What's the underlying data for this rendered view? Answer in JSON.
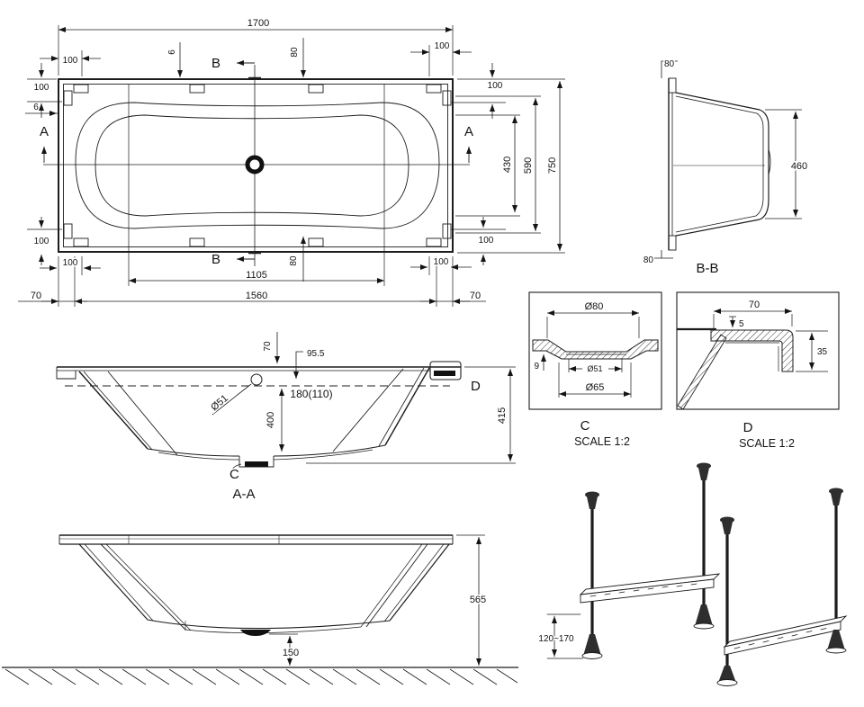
{
  "plan": {
    "overall_length": "1700",
    "overall_width": "750",
    "inner_width_1": "430",
    "inner_width_2": "590",
    "corner_offset_top_left": "100",
    "corner_offset_top_right": "100",
    "corner_offset_left_top": "100",
    "corner_offset_left_bottom": "100",
    "corner_offset_right_top": "100",
    "corner_offset_right_bottom": "100",
    "corner_offset_bottom_left": "100",
    "corner_offset_bottom_right": "100",
    "rim_gap_top": "6",
    "rim_gap_left": "6",
    "pad_offset_top": "80",
    "pad_offset_bottom": "80",
    "pad_span": "1105",
    "shell_length": "1560",
    "overhang_left": "70",
    "overhang_right": "70",
    "section_a": "A",
    "section_b": "B"
  },
  "bb": {
    "label": "B-B",
    "flange_top": "80",
    "flange_bottom": "80",
    "depth": "460"
  },
  "aa": {
    "label": "A-A",
    "overflow_offset": "70",
    "water_depth": "95.5",
    "overflow_dia": "Ø51",
    "depth_note": "180(110)",
    "inner_depth": "400",
    "overall_height": "415",
    "detail_c_ref": "C",
    "detail_d_ref": "D"
  },
  "front": {
    "height": "565",
    "floor_clearance": "150"
  },
  "frame": {
    "foot_adjust_range": "120~170"
  },
  "dc": {
    "label": "C",
    "scale": "SCALE 1:2",
    "rim_dia": "Ø80",
    "drain_dia": "Ø51",
    "flange_dia": "Ø65",
    "recess_depth": "9"
  },
  "dd": {
    "label": "D",
    "scale": "SCALE 1:2",
    "rim_width": "70",
    "lip_thickness": "5",
    "edge_height": "35"
  },
  "colors": {
    "line": "#1c1c1c",
    "paper": "#ffffff"
  }
}
